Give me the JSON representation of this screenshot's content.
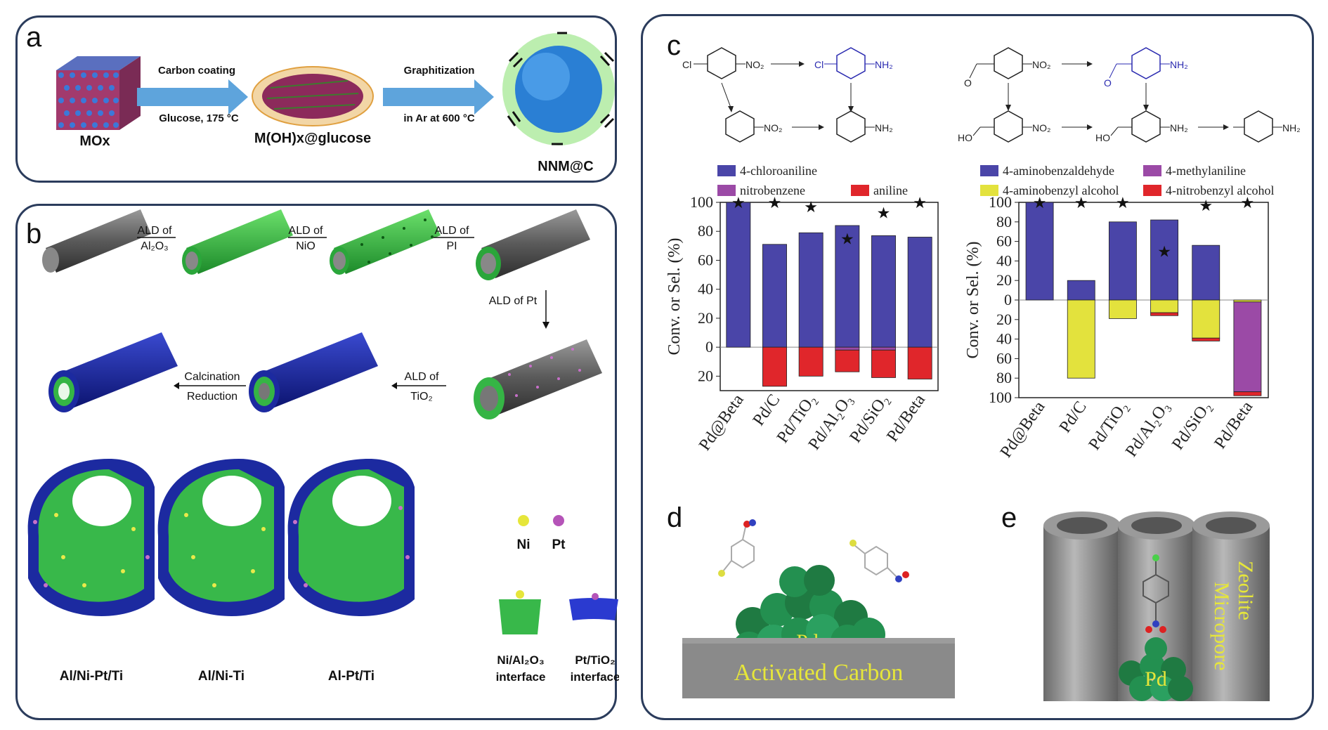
{
  "panel_a": {
    "label": "a",
    "step1_top": "Carbon coating",
    "step1_bottom": "Glucose, 175 °C",
    "step2_top": "Graphitization",
    "step2_bottom": "in Ar at 600 °C",
    "mat1": "MOx",
    "mat2": "M(OH)x@glucose",
    "mat3": "NNM@C"
  },
  "panel_b": {
    "label": "b",
    "ald1": [
      "ALD of",
      "Al₂O₃"
    ],
    "ald2": [
      "ALD of",
      "NiO"
    ],
    "ald3": [
      "ALD of",
      "PI"
    ],
    "ald4": "ALD of Pt",
    "ald5": [
      "ALD of",
      "TiO₂"
    ],
    "calc": [
      "Calcination",
      "Reduction"
    ],
    "legend_ni": "Ni",
    "legend_pt": "Pt",
    "interface1": [
      "Ni/Al₂O₃",
      "interface"
    ],
    "interface2": [
      "Pt/TiO₂",
      "interface"
    ],
    "samples": [
      "Al/Ni-Pt/Ti",
      "Al/Ni-Ti",
      "Al-Pt/Ti"
    ]
  },
  "panel_c": {
    "label": "c",
    "scheme_left": {
      "cl": "Cl",
      "no2": "NO₂",
      "nh2": "NH₂"
    },
    "scheme_right": {
      "o": "O",
      "ho": "HO",
      "no2": "NO₂",
      "nh2": "NH₂"
    }
  },
  "panel_d": {
    "label": "d",
    "pd": "Pd",
    "support": "Activated Carbon"
  },
  "panel_e": {
    "label": "e",
    "pd": "Pd",
    "zeolite": "Zeolite",
    "micropore": "Micropore"
  },
  "colors": {
    "blue": "#4a45a8",
    "red": "#e0262b",
    "magenta": "#9b4aa6",
    "yellow": "#e3e23d",
    "frame": "#2b3c5c"
  },
  "chart_data": [
    {
      "type": "bar",
      "ylabel": "Conv. or Sel. (%)",
      "ylim": [
        -30,
        100
      ],
      "yticks": [
        100,
        80,
        60,
        40,
        20,
        0,
        20
      ],
      "categories": [
        "Pd@Beta",
        "Pd/C",
        "Pd/TiO₂",
        "Pd/Al₂O₃",
        "Pd/SiO₂",
        "Pd/Beta"
      ],
      "series": [
        {
          "name": "4-chloroaniline",
          "values": [
            100,
            71,
            79,
            84,
            77,
            76
          ]
        },
        {
          "name": "nitrobenzene",
          "values": [
            0,
            0,
            0,
            -2,
            -2,
            0
          ]
        },
        {
          "name": "aniline",
          "values": [
            0,
            -27,
            -20,
            -15,
            -19,
            -22
          ]
        }
      ],
      "conversion_stars": [
        100,
        100,
        97,
        75,
        93,
        100
      ],
      "legend": "top"
    },
    {
      "type": "bar",
      "ylabel": "Conv. or Sel. (%)",
      "ylim": [
        -100,
        100
      ],
      "yticks": [
        100,
        80,
        60,
        40,
        20,
        0,
        20,
        40,
        60,
        80,
        100
      ],
      "categories": [
        "Pd@Beta",
        "Pd/C",
        "Pd/TiO₂",
        "Pd/Al₂O₃",
        "Pd/SiO₂",
        "Pd/Beta"
      ],
      "series": [
        {
          "name": "4-aminobenzaldehyde",
          "values": [
            100,
            20,
            80,
            82,
            56,
            0
          ]
        },
        {
          "name": "4-aminobenzyl alcohol",
          "values": [
            0,
            -80,
            -19,
            -13,
            -39,
            -2
          ]
        },
        {
          "name": "4-methylaniline",
          "values": [
            0,
            0,
            0,
            0,
            0,
            -92
          ]
        },
        {
          "name": "4-nitrobenzyl alcohol",
          "values": [
            0,
            0,
            0,
            -3,
            -3,
            -4
          ]
        }
      ],
      "conversion_stars": [
        100,
        100,
        100,
        50,
        97,
        100
      ],
      "legend": "top"
    }
  ]
}
